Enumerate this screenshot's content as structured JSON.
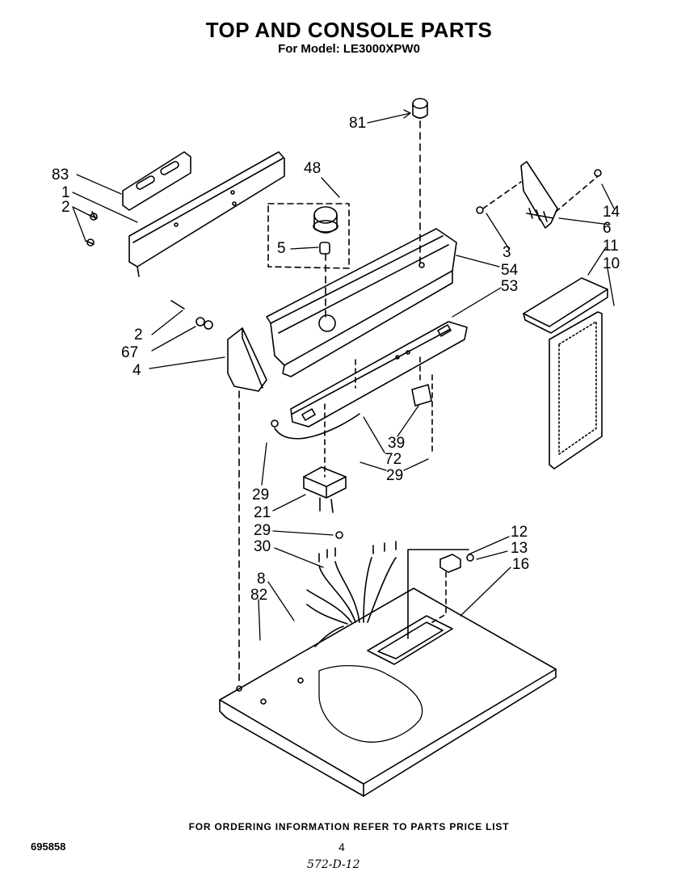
{
  "page": {
    "title": "TOP AND CONSOLE PARTS",
    "subtitle": "For Model: LE3000XPW0",
    "footer_note": "FOR ORDERING INFORMATION REFER TO PARTS PRICE LIST",
    "doc_number": "695858",
    "page_number": "4",
    "handwritten_code": "572-D-12"
  },
  "callouts": [
    {
      "id": "81",
      "text": "81"
    },
    {
      "id": "83",
      "text": "83"
    },
    {
      "id": "1",
      "text": "1"
    },
    {
      "id": "2a",
      "text": "2"
    },
    {
      "id": "48",
      "text": "48"
    },
    {
      "id": "5",
      "text": "5"
    },
    {
      "id": "14",
      "text": "14"
    },
    {
      "id": "6",
      "text": "6"
    },
    {
      "id": "3",
      "text": "3"
    },
    {
      "id": "54",
      "text": "54"
    },
    {
      "id": "53",
      "text": "53"
    },
    {
      "id": "11",
      "text": "11"
    },
    {
      "id": "10",
      "text": "10"
    },
    {
      "id": "2b",
      "text": "2"
    },
    {
      "id": "67",
      "text": "67"
    },
    {
      "id": "4",
      "text": "4"
    },
    {
      "id": "39",
      "text": "39"
    },
    {
      "id": "72",
      "text": "72"
    },
    {
      "id": "29a",
      "text": "29"
    },
    {
      "id": "29b",
      "text": "29"
    },
    {
      "id": "21",
      "text": "21"
    },
    {
      "id": "29c",
      "text": "29"
    },
    {
      "id": "30",
      "text": "30"
    },
    {
      "id": "12",
      "text": "12"
    },
    {
      "id": "13",
      "text": "13"
    },
    {
      "id": "16",
      "text": "16"
    },
    {
      "id": "8",
      "text": "8"
    },
    {
      "id": "82",
      "text": "82"
    }
  ]
}
